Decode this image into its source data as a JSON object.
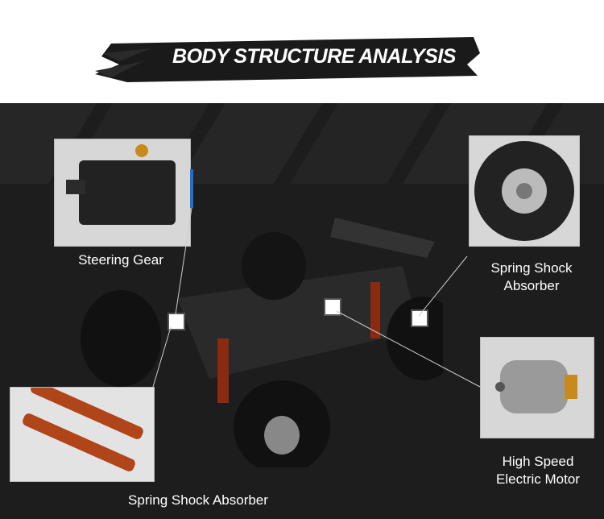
{
  "header": {
    "title": "BODY STRUCTURE ANALYSIS"
  },
  "callouts": {
    "steering_gear": "Steering Gear",
    "spring_shock_right": "Spring Shock Absorber",
    "motor": "High Speed Electric Motor",
    "spring_shock_bottom": "Spring Shock Absorber"
  },
  "colors": {
    "background": "#1d1d1d",
    "accent_line": "#1e6fd8",
    "label_text": "#ffffff",
    "title_brush": "#1a1a1a"
  }
}
